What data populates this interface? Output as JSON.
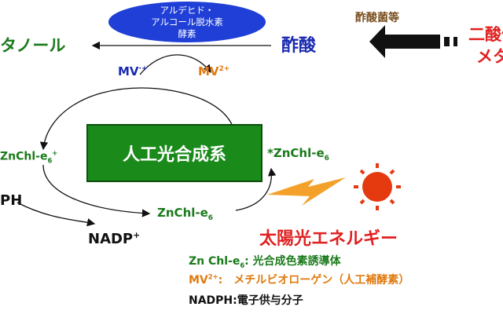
{
  "enzyme": {
    "line1": "アルデヒド・",
    "line2": "アルコール脱水素",
    "line3": "酵素"
  },
  "methanol": "タノール",
  "formic_acid": "酢酸",
  "bacteria": "酢酸菌等",
  "co2": {
    "line1": "二酸化",
    "line2": "メタ"
  },
  "mv_radical": {
    "base": "MV",
    "sup": "·+"
  },
  "mv_2plus": {
    "base": "MV",
    "sup": "2+"
  },
  "system_box": "人工光合成系",
  "znchl_left": {
    "base": "ZnChl-e",
    "sub": "6",
    "sup": "+"
  },
  "znchl_excited": {
    "prefix": "*",
    "base": "ZnChl-e",
    "sub": "6"
  },
  "znchl_bottom": {
    "base": "ZnChl-e",
    "sub": "6"
  },
  "nadph_left": "PH",
  "nadp_plus": {
    "base": "NADP",
    "sup": "+"
  },
  "solar_energy": "太陽光エネルギー",
  "legend": {
    "zn": {
      "key_base": "Zn Chl-e",
      "key_sub": "6",
      "desc": ": 光合成色素誘導体"
    },
    "mv": {
      "key_base": "MV",
      "key_sup": "2+",
      "desc": ":　メチルビオローゲン（人工補酵素）"
    },
    "nadph": {
      "key": "NADPH",
      "desc": ":電子供与分子"
    }
  },
  "colors": {
    "green": "#1a7a1a",
    "orange": "#e07a10",
    "blue": "#1a2ab0",
    "red": "#e02020",
    "enzyme_fill": "#1f3fd6"
  }
}
